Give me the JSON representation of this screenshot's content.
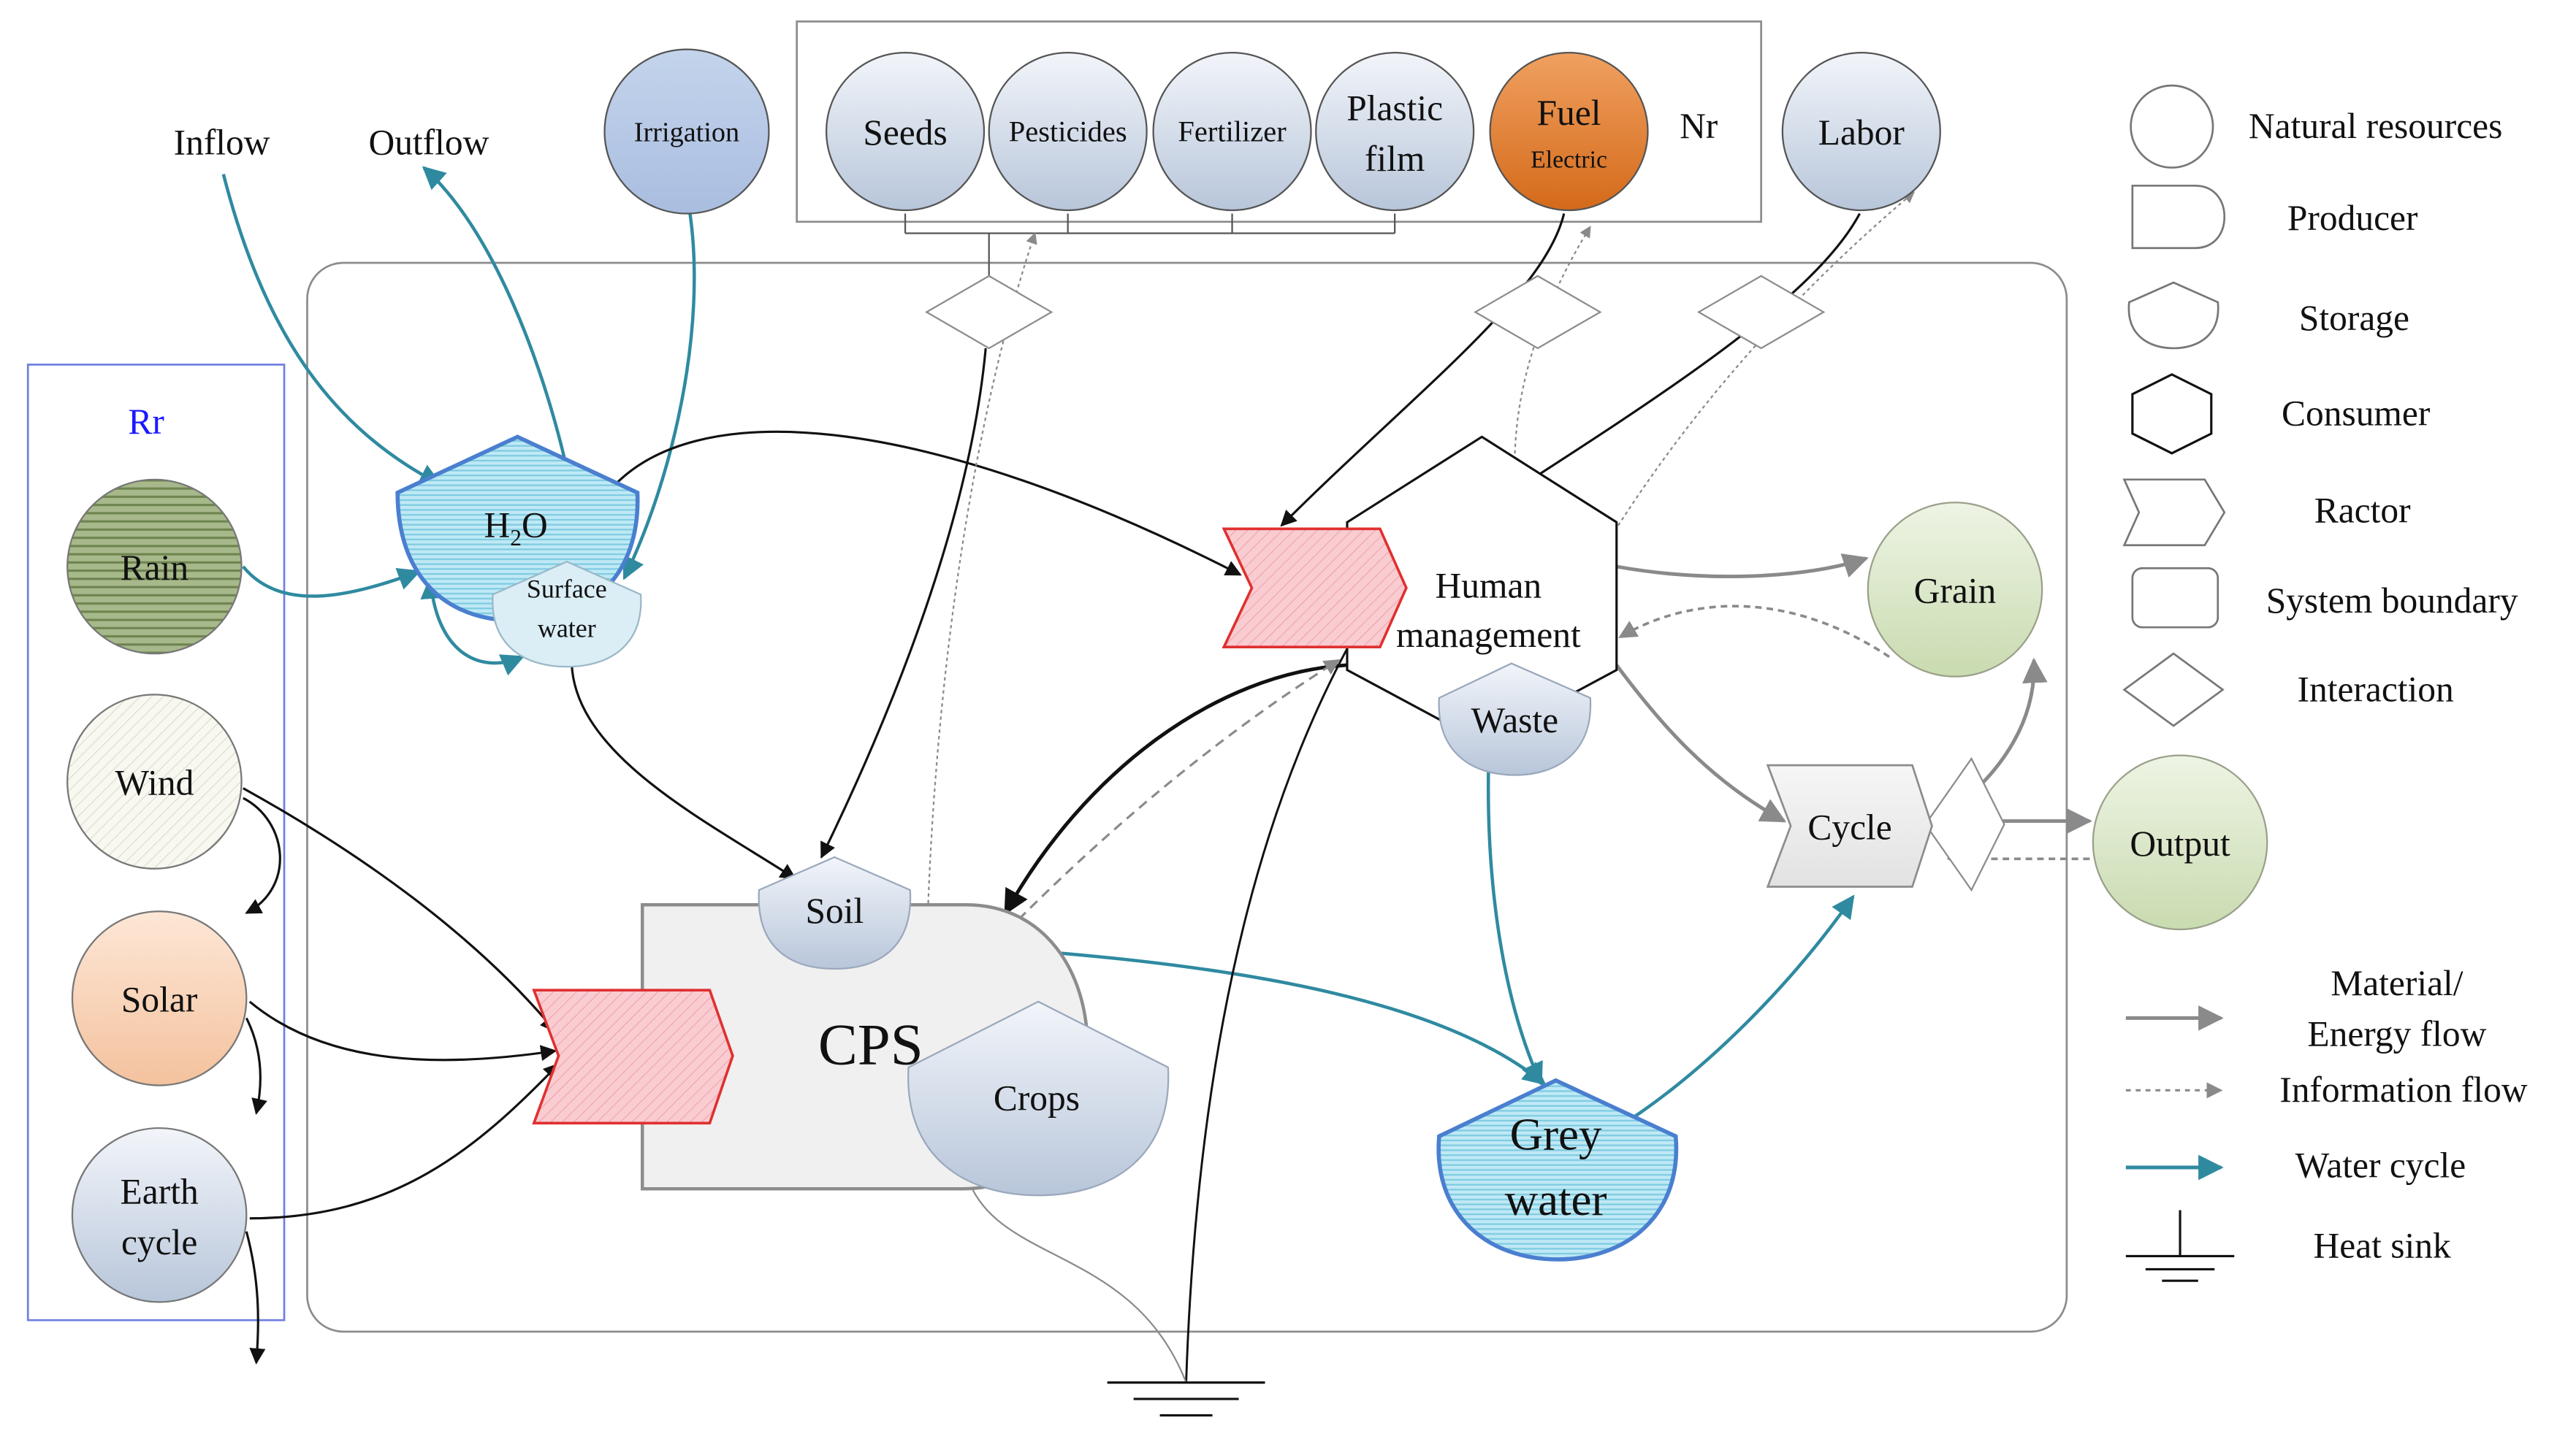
{
  "nodes": {
    "inflow": "Inflow",
    "outflow": "Outflow",
    "irrigation": "Irrigation",
    "seeds": "Seeds",
    "pesticides": "Pesticides",
    "fertilizer": "Fertilizer",
    "plastic_film_1": "Plastic",
    "plastic_film_2": "film",
    "fuel": "Fuel",
    "electric": "Electric",
    "nr": "Nr",
    "labor": "Labor",
    "rr": "Rr",
    "rain": "Rain",
    "wind": "Wind",
    "solar": "Solar",
    "earth_cycle_1": "Earth",
    "earth_cycle_2": "cycle",
    "h2o_main": "H",
    "h2o_sub": "2",
    "h2o_end": "O",
    "surface_water_1": "Surface",
    "surface_water_2": "water",
    "human_management_1": "Human",
    "human_management_2": "management",
    "waste": "Waste",
    "grain": "Grain",
    "soil": "Soil",
    "cps": "CPS",
    "crops": "Crops",
    "grey_water_1": "Grey",
    "grey_water_2": "water",
    "cycle": "Cycle",
    "output": "Output"
  },
  "legend": {
    "natural_resources": "Natural resources",
    "producer": "Producer",
    "storage": "Storage",
    "consumer": "Consumer",
    "reactor": "Ractor",
    "system_boundary": "System boundary",
    "interaction": "Interaction",
    "material_energy_1": "Material/",
    "material_energy_2": "Energy flow",
    "information_flow": "Information flow",
    "water_cycle": "Water cycle",
    "heat_sink": "Heat sink"
  },
  "colors": {
    "water_cycle": "#2f8aa0",
    "material_flow": "#8a8a8a",
    "reactor_fill": "#f7c3c8",
    "reactor_stroke": "#e03030",
    "rr_box": "#6f7fe0",
    "rr_label": "#1a1aff",
    "fuel_fill": "#e07a2a"
  }
}
